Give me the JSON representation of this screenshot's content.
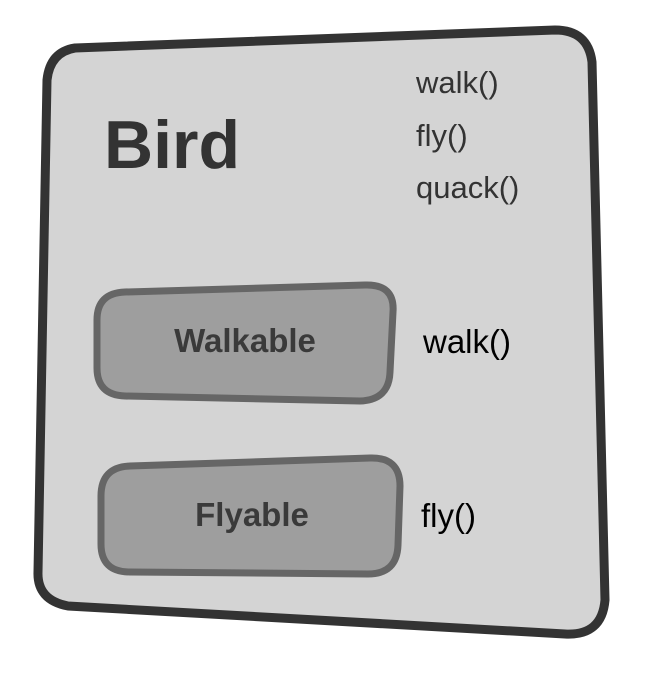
{
  "bird": {
    "title": "Bird",
    "methods": [
      "walk()",
      "fly()",
      "quack()"
    ]
  },
  "interfaces": [
    {
      "label": "Walkable",
      "method": "walk()"
    },
    {
      "label": "Flyable",
      "method": "fly()"
    }
  ],
  "colors": {
    "bird_fill": "#d4d4d4",
    "bird_stroke": "#333333",
    "interface_fill": "#9e9e9e",
    "interface_stroke": "#666666",
    "title_text": "#333333"
  }
}
